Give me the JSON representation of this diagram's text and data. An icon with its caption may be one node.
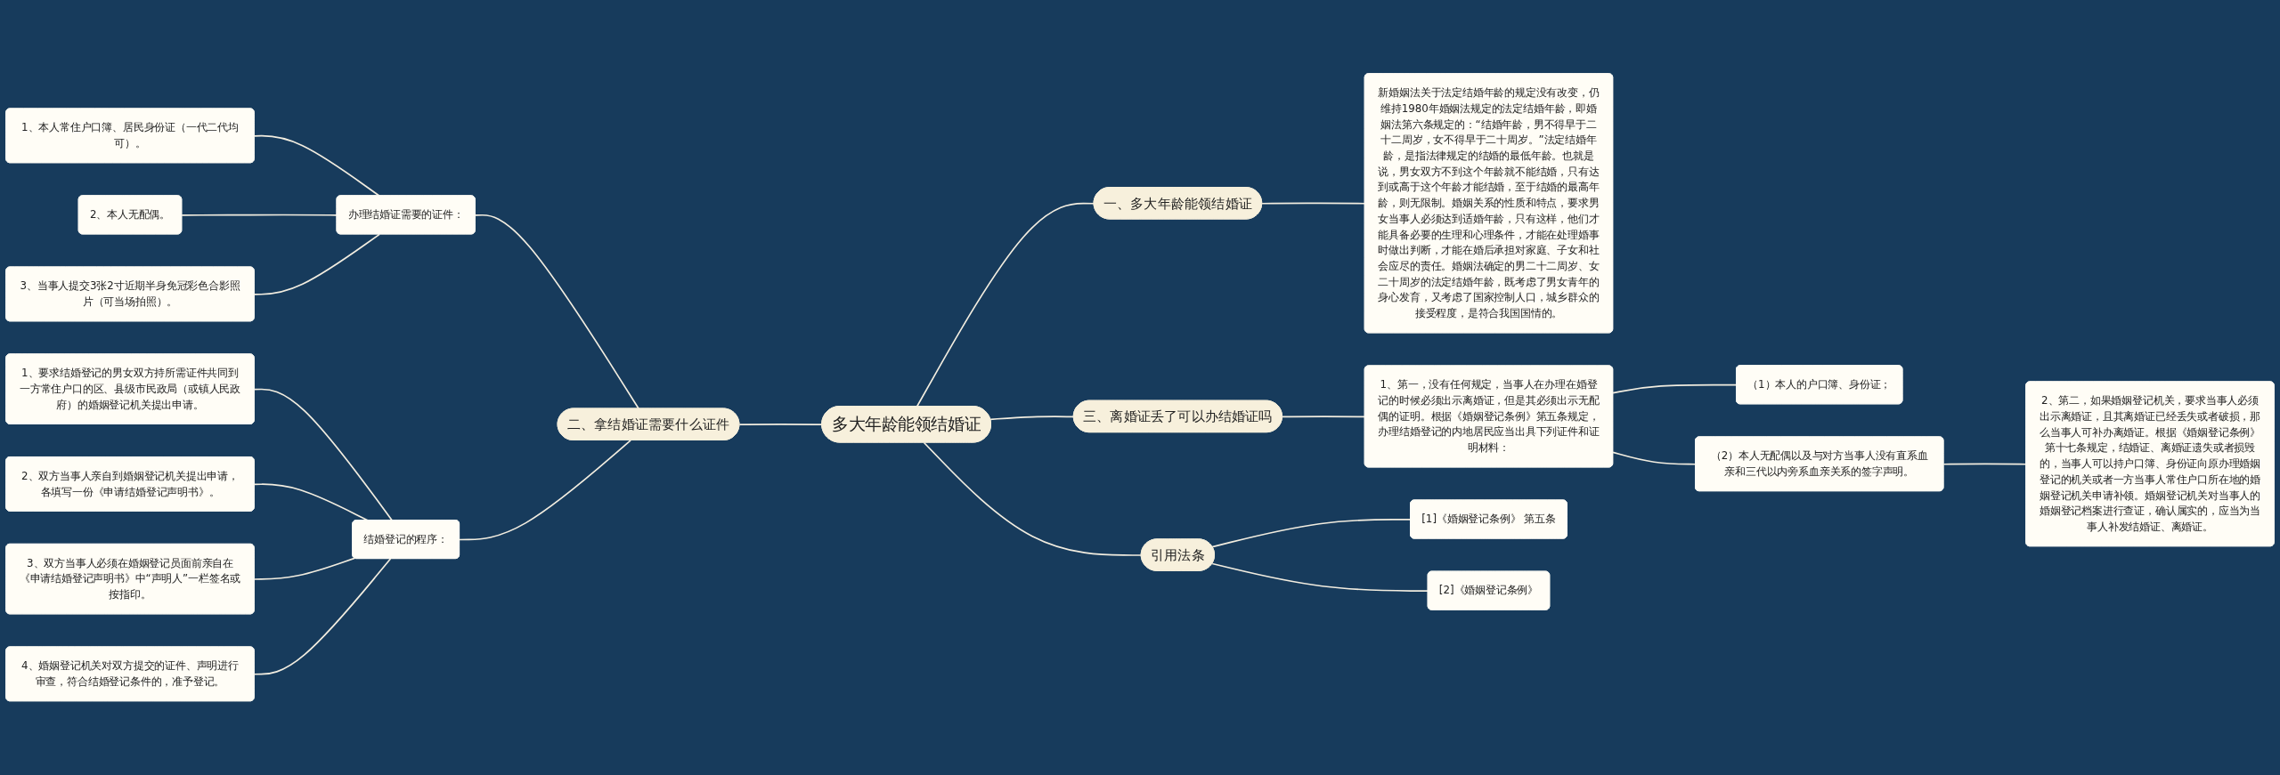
{
  "diagram": {
    "nodes": [
      {
        "text": [
          "多大年龄能领结婚证"
        ]
      },
      {
        "text": [
          "一、多大年龄能领结婚证"
        ]
      },
      {
        "text": [
          "新婚姻法关于法定结婚年龄的规定没有改变，仍维持1980年婚姻法规定的法定结婚年龄，即婚姻法第六条规定的：“结婚年龄，男不得早于二十二周岁，女不得早于二十周岁。”法定结婚年龄，是指法律规定的结婚的最低年龄。也就是说，男女双方不到这个年龄就不能结婚，只有达到或高于这个年龄才能结婚，至于结婚的最高年龄，则无限制。婚姻关系的性质和特点，要求男女当事人必须达到适婚年龄，只有这样，他们才能具备必要的生理和心理条件，才能在处理婚事时做出判断，才能在婚后承担对家庭、子女和社会应尽的责任。婚姻法确定的男二十二周岁、女二十周岁的法定结婚年龄，既考虑了男女青年的身心发育，又考虑了国家控制人口，城乡群众的接受程度，是符合我国国情的。"
        ]
      },
      {
        "text": [
          "二、拿结婚证需要什么证件"
        ]
      },
      {
        "text": [
          "办理结婚证需要的证件："
        ]
      },
      {
        "text": [
          "1、本人常住户口簿、居民身份证（一代二代均可）。"
        ]
      },
      {
        "text": [
          "2、本人无配偶。"
        ]
      },
      {
        "text": [
          "3、当事人提交3张2寸近期半身免冠彩色合影照片（可当场拍照）。"
        ]
      },
      {
        "text": [
          "结婚登记的程序："
        ]
      },
      {
        "text": [
          "1、要求结婚登记的男女双方持所需证件共同到一方常住户口的区、县级市民政局（或镇人民政府）的婚姻登记机关提出申请。"
        ]
      },
      {
        "text": [
          "2、双方当事人亲自到婚姻登记机关提出申请，各填写一份《申请结婚登记声明书》。"
        ]
      },
      {
        "text": [
          "3、双方当事人必须在婚姻登记员面前亲自在《申请结婚登记声明书》中“声明人”一栏签名或按指印。"
        ]
      },
      {
        "text": [
          "4、婚姻登记机关对双方提交的证件、声明进行审查，符合结婚登记条件的，准予登记。"
        ]
      },
      {
        "text": [
          "三、离婚证丢了可以办结婚证吗"
        ]
      },
      {
        "text": [
          "1、第一，没有任何规定，当事人在办理在婚登记的时候必须出示离婚证，但是其必须出示无配偶的证明。根据《婚姻登记条例》第五条规定，办理结婚登记的内地居民应当出具下列证件和证明材料："
        ]
      },
      {
        "text": [
          "（1）本人的户口簿、身份证；"
        ]
      },
      {
        "text": [
          "（2）本人无配偶以及与对方当事人没有直系血亲和三代以内旁系血亲关系的签字声明。"
        ]
      },
      {
        "text": [
          "2、第二，如果婚姻登记机关，要求当事人必须出示离婚证，且其离婚证已经丢失或者破损，那么当事人可补办离婚证。根据《婚姻登记条例》第十七条规定，结婚证、离婚证遗失或者损毁的，当事人可以持户口簿、身份证向原办理婚姻登记的机关或者一方当事人常住户口所在地的婚姻登记机关申请补领。婚姻登记机关对当事人的婚姻登记档案进行查证，确认属实的，应当为当事人补发结婚证、离婚证。"
        ]
      },
      {
        "text": [
          "引用法条"
        ]
      },
      {
        "text": [
          "[1]《婚姻登记条例》 第五条"
        ]
      },
      {
        "text": [
          "[2]《婚姻登记条例》"
        ]
      }
    ],
    "edges": [
      {
        "from": 0,
        "to": 1,
        "arrow": "none"
      },
      {
        "from": 1,
        "to": 2,
        "arrow": "none"
      },
      {
        "from": 0,
        "to": 3,
        "arrow": "none"
      },
      {
        "from": 3,
        "to": 4,
        "arrow": "none"
      },
      {
        "from": 4,
        "to": 5,
        "arrow": "none"
      },
      {
        "from": 4,
        "to": 6,
        "arrow": "none"
      },
      {
        "from": 4,
        "to": 7,
        "arrow": "none"
      },
      {
        "from": 3,
        "to": 8,
        "arrow": "none"
      },
      {
        "from": 8,
        "to": 9,
        "arrow": "none"
      },
      {
        "from": 8,
        "to": 10,
        "arrow": "none"
      },
      {
        "from": 8,
        "to": 11,
        "arrow": "none"
      },
      {
        "from": 8,
        "to": 12,
        "arrow": "none"
      },
      {
        "from": 0,
        "to": 13,
        "arrow": "none"
      },
      {
        "from": 13,
        "to": 14,
        "arrow": "none"
      },
      {
        "from": 14,
        "to": 15,
        "arrow": "none"
      },
      {
        "from": 14,
        "to": 16,
        "arrow": "none"
      },
      {
        "from": 16,
        "to": 17,
        "arrow": "none"
      },
      {
        "from": 0,
        "to": 18,
        "arrow": "none"
      },
      {
        "from": 18,
        "to": 19,
        "arrow": "none"
      },
      {
        "from": 18,
        "to": 20,
        "arrow": "none"
      }
    ]
  }
}
